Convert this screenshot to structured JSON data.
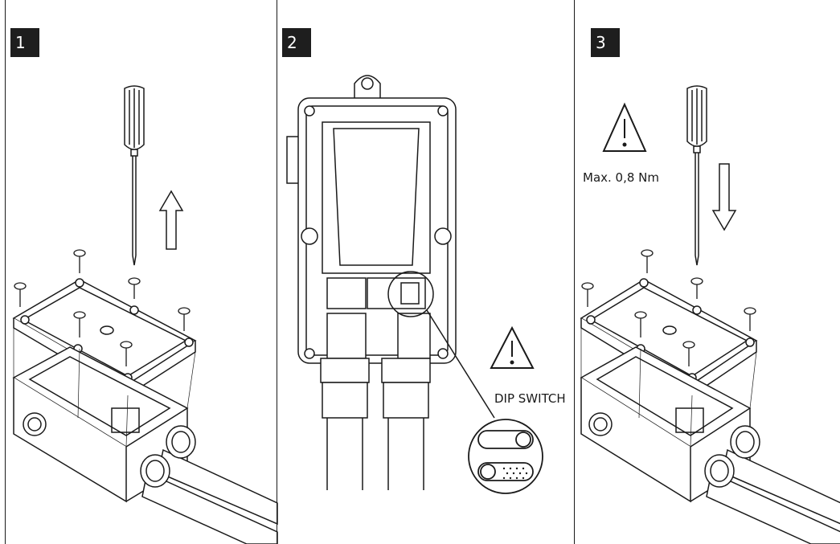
{
  "steps": [
    {
      "number": "1"
    },
    {
      "number": "2",
      "switch_label": "DIP SWITCH"
    },
    {
      "number": "3",
      "torque_label": "Max. 0,8 Nm"
    }
  ],
  "icons": {
    "screwdriver": "screwdriver-icon",
    "arrow_up": "arrow-up-icon",
    "arrow_down": "arrow-down-icon",
    "warning": "warning-icon",
    "dip_switch": "dip-switch-icon"
  },
  "colors": {
    "line": "#1a1a1a",
    "badge": "#1e1e1e"
  }
}
